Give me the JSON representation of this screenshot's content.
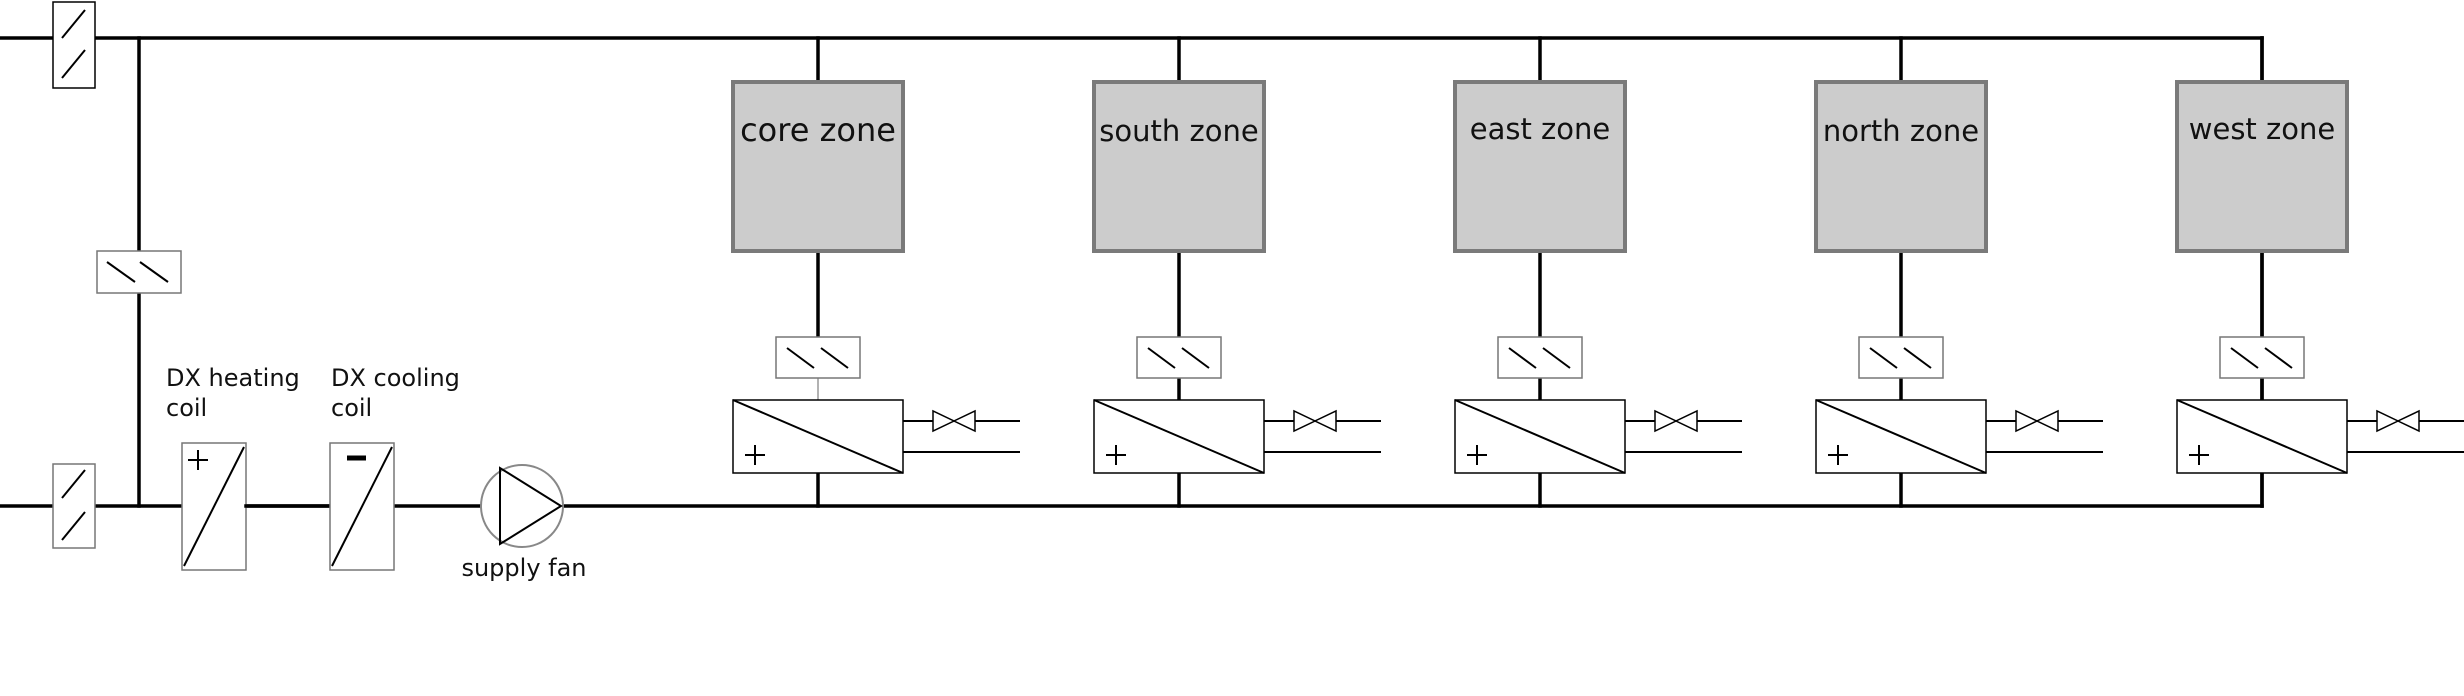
{
  "zones": [
    {
      "label": "core zone"
    },
    {
      "label": "south zone"
    },
    {
      "label": "east zone"
    },
    {
      "label": "north zone"
    },
    {
      "label": "west zone"
    }
  ],
  "components": {
    "heating_coil": {
      "label_line1": "DX heating",
      "label_line2": "coil",
      "sign": "+"
    },
    "cooling_coil": {
      "label_line1": "DX cooling",
      "label_line2": "coil",
      "sign": "−"
    },
    "fan": {
      "label": "supply fan"
    },
    "reheat_sign": "+"
  },
  "icons": [
    "damper-icon",
    "heating-coil-icon",
    "cooling-coil-icon",
    "fan-icon",
    "valve-icon",
    "reheat-coil-icon"
  ]
}
